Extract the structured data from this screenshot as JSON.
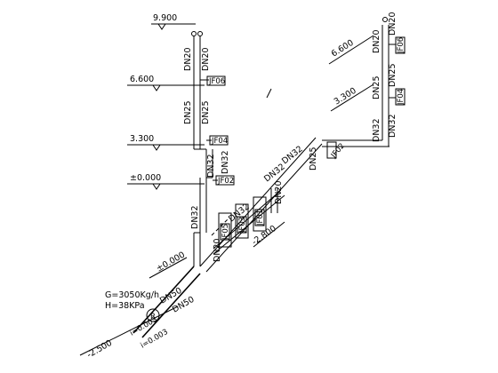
{
  "levels": {
    "l1": "9.900",
    "l2": "6.600",
    "l3": "3.300",
    "l4": "±0.000",
    "r1": "6.600",
    "r2": "3.300",
    "d1": "±0.000",
    "d2": "-2.800",
    "d3": "-2.500"
  },
  "pipes": {
    "a": "DN20",
    "b": "DN20",
    "c": "DN25",
    "d": "DN25",
    "e": "DN32",
    "f": "DN32",
    "g": "DN32",
    "h": "DN32",
    "i": "DN32",
    "j": "DN32",
    "k": "DN25",
    "l": "DN20",
    "m": "DN20",
    "n": "DN50",
    "o": "DN50",
    "r1": "DN20",
    "r2": "DN20",
    "r3": "DN25",
    "r4": "DN25",
    "r5": "DN32",
    "r6": "DN32"
  },
  "tags": {
    "t1": "JF06",
    "t2": "JF04",
    "t3": "JF02",
    "t4": "JF05",
    "t5": "JF03",
    "t6": "JF01",
    "t7": "JF06",
    "t8": "JF04",
    "t9": "JF02"
  },
  "slopes": {
    "s1": "i=0.003",
    "s2": "i=0.003"
  },
  "meter": "R",
  "flow": {
    "g": "G=3050Kg/h",
    "h": "H=38KPa"
  }
}
